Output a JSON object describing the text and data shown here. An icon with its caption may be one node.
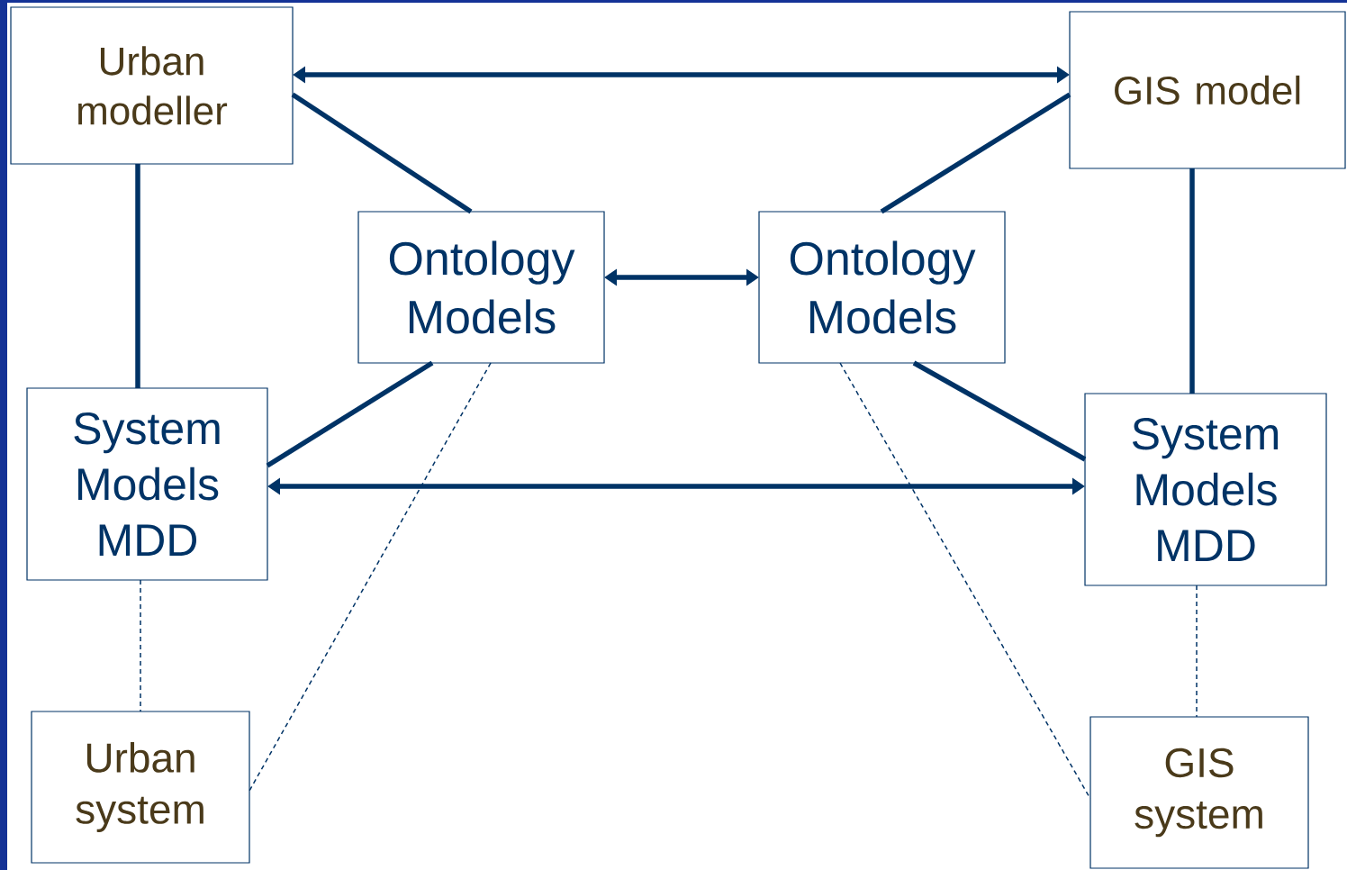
{
  "diagram": {
    "nodes": [
      {
        "text": [
          "Urban modeller"
        ]
      },
      {
        "text": [
          "GIS model"
        ]
      },
      {
        "text": [
          "Ontology Models"
        ]
      },
      {
        "text": [
          "Ontology Models"
        ]
      },
      {
        "text": [
          "System Models MDD"
        ]
      },
      {
        "text": [
          "System Models MDD"
        ]
      },
      {
        "text": [
          "Urban system"
        ]
      },
      {
        "text": [
          "GIS system"
        ]
      }
    ],
    "edges": [
      {
        "from": 0,
        "to": 1,
        "arrow": "both"
      },
      {
        "from": 0,
        "to": 2,
        "arrow": "none"
      },
      {
        "from": 1,
        "to": 3,
        "arrow": "none"
      },
      {
        "from": 0,
        "to": 4,
        "arrow": "none"
      },
      {
        "from": 1,
        "to": 5,
        "arrow": "none"
      },
      {
        "from": 2,
        "to": 3,
        "arrow": "both"
      },
      {
        "from": 2,
        "to": 4,
        "arrow": "none"
      },
      {
        "from": 3,
        "to": 5,
        "arrow": "none"
      },
      {
        "from": 4,
        "to": 5,
        "arrow": "both"
      },
      {
        "from": 4,
        "to": 6,
        "arrow": "none",
        "style": "dashed"
      },
      {
        "from": 2,
        "to": 6,
        "arrow": "none",
        "style": "dashed"
      },
      {
        "from": 3,
        "to": 7,
        "arrow": "none",
        "style": "dashed"
      },
      {
        "from": 5,
        "to": 7,
        "arrow": "none",
        "style": "dashed"
      }
    ]
  }
}
